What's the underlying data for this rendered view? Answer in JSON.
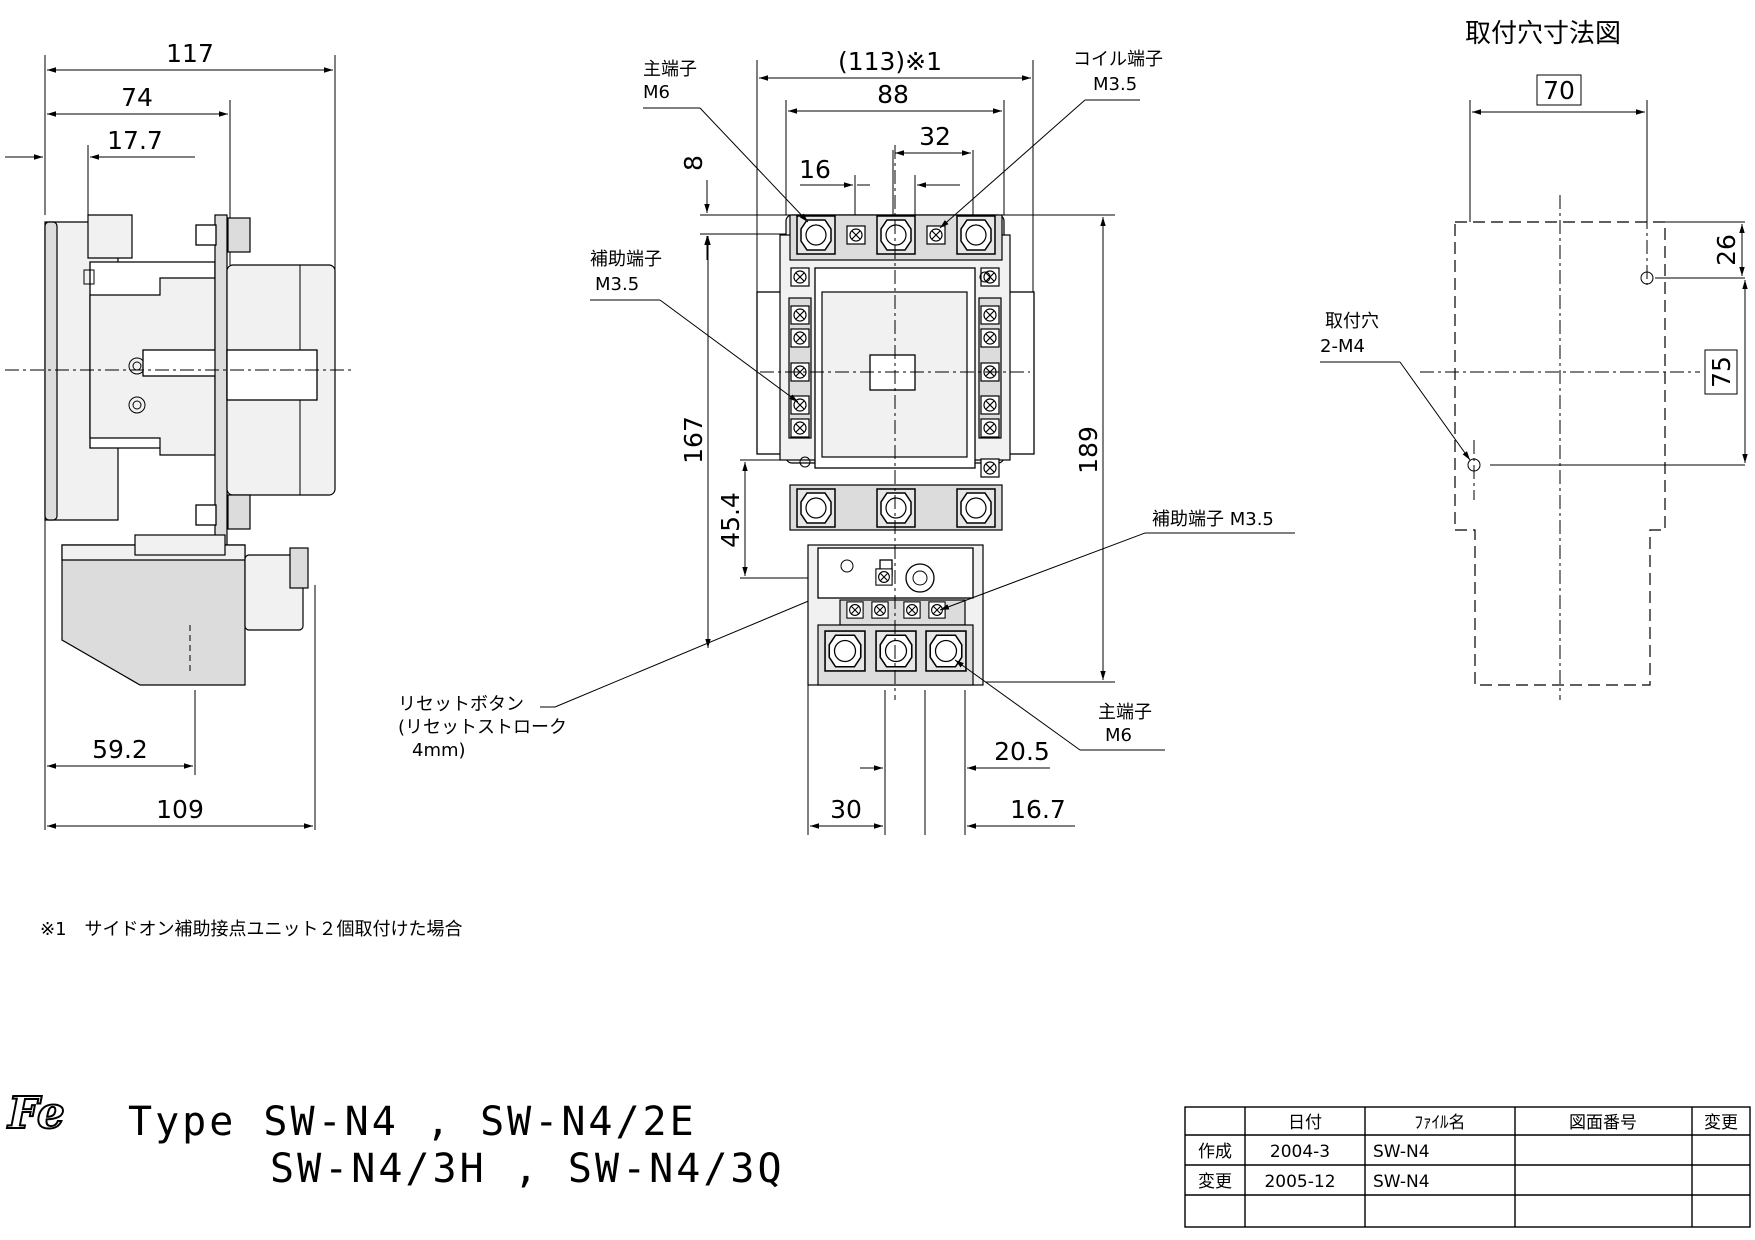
{
  "side_view": {
    "dims": {
      "w117": "117",
      "w74": "74",
      "w17_7": "17.7",
      "w59_2": "59.2",
      "w109": "109"
    },
    "reset_label": {
      "line1": "リセットボタン",
      "line2": "(リセットストローク",
      "line3": "4mm)"
    }
  },
  "front_view": {
    "dims": {
      "w113": "(113)※1",
      "w88": "88",
      "w32": "32",
      "w16": "16",
      "h8": "8",
      "h167": "167",
      "h45_4": "45.4",
      "h189": "189",
      "w20_5": "20.5",
      "w30": "30",
      "w16_7": "16.7"
    },
    "labels": {
      "main_terminal_top": {
        "line1": "主端子",
        "line2": "M6"
      },
      "coil_terminal": {
        "line1": "コイル端子",
        "line2": "M3.5"
      },
      "aux_terminal_left": {
        "line1": "補助端子",
        "line2": "M3.5"
      },
      "aux_terminal_right": "補助端子 M3.5",
      "main_terminal_bottom": {
        "line1": "主端子",
        "line2": "M6"
      }
    }
  },
  "mount_view": {
    "title": "取付穴寸法図",
    "dims": {
      "w70": "70",
      "h26": "26",
      "h75": "75"
    },
    "hole_label": {
      "line1": "取付穴",
      "line2": "2-M4"
    }
  },
  "note": "※1　サイドオン補助接点ユニット２個取付けた場合",
  "type_block": {
    "line1": "Type SW-N4 , SW-N4/2E",
    "line2": "SW-N4/3H , SW-N4/3Q",
    "logo": "Fe"
  },
  "title_block": {
    "headers": [
      "",
      "日付",
      "ﾌｧｲﾙ名",
      "図面番号",
      "変更"
    ],
    "rows": [
      [
        "作成",
        "2004-3",
        "SW-N4",
        "",
        ""
      ],
      [
        "変更",
        "2005-12",
        "SW-N4",
        "",
        ""
      ],
      [
        "",
        "",
        "",
        "",
        ""
      ]
    ]
  }
}
